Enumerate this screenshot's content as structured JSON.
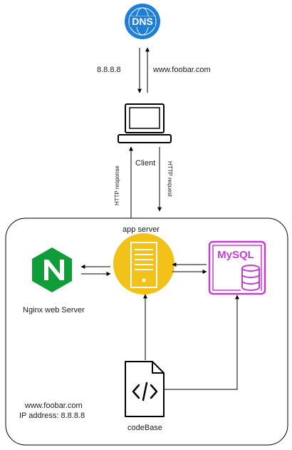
{
  "dns": {
    "label": "DNS"
  },
  "edges": {
    "dns_to_client": "8.8.8.8",
    "client_to_dns": "www.foobar.com",
    "http_response": "HTTP response",
    "http_request": "HTTP request"
  },
  "client": {
    "label": "Client"
  },
  "server_box": {
    "app_server_label": "app server",
    "nginx_label": "Nginx web Server",
    "mysql_label": "MySQL",
    "codebase_label": "codeBase",
    "domain": "www.foobar.com",
    "ip": "IP address: 8.8.8.8"
  },
  "colors": {
    "dns": "#1f7fd6",
    "nginx": "#0f9d3a",
    "app_server": "#f2c21b",
    "mysql": "#c43ed1",
    "line": "#000000"
  }
}
